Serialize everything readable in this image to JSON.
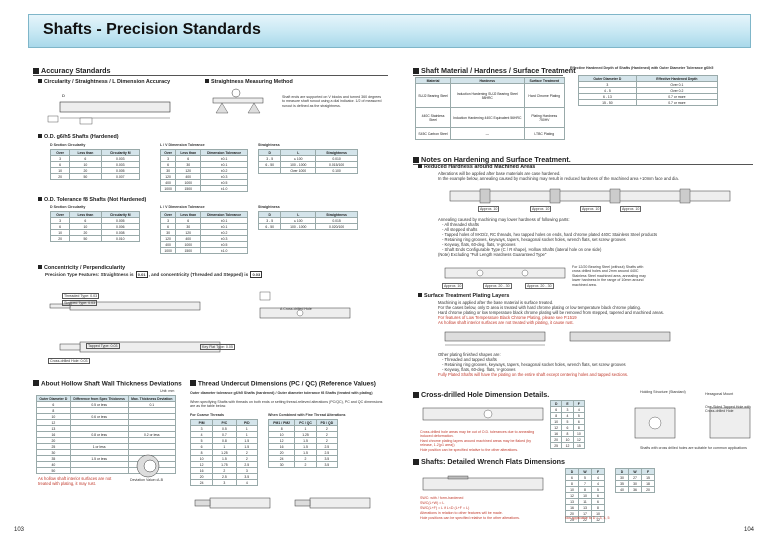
{
  "title": "Shafts - Precision Standards",
  "pages": {
    "left": "103",
    "right": "104"
  },
  "accuracy": {
    "heading": "Accuracy Standards",
    "circ_heading": "Circularity / Straightness / L Dimension Accuracy",
    "straight_heading": "Straightness Measuring Method",
    "straight_text": "Shaft ends are supported on V blocks and turned 360 degrees to measure shaft runout using a dial indicator. 1/2 of measured runout is defined as the straightness.",
    "g6h5_heading": "O.D. g6/h5 Shafts (Hardened)",
    "f8_heading": "O.D. Tolerance f8 Shafts (Not Hardened)",
    "d_circ": "D Section Circularity",
    "l_dim": "L / V Dimension Tolerance",
    "straightness": "Straightness",
    "circ_hdr": [
      "Over",
      "Less than",
      "Circularity M"
    ],
    "circ_rows": [
      [
        "3",
        "6",
        "0.003"
      ],
      [
        "6",
        "10",
        "0.003"
      ],
      [
        "10",
        "20",
        "0.005"
      ],
      [
        "20",
        "50",
        "0.007"
      ]
    ],
    "circ_rows_f8": [
      [
        "3",
        "6",
        "0.005"
      ],
      [
        "6",
        "10",
        "0.006"
      ],
      [
        "10",
        "20",
        "0.008"
      ],
      [
        "20",
        "50",
        "0.010"
      ]
    ],
    "ldim_hdr": [
      "Over",
      "Less than",
      "Dimension Tolerance"
    ],
    "ldim_rows": [
      [
        "3",
        "6",
        "±0.1"
      ],
      [
        "6",
        "30",
        "±0.1"
      ],
      [
        "30",
        "120",
        "±0.2"
      ],
      [
        "120",
        "400",
        "±0.3"
      ],
      [
        "400",
        "1000",
        "±0.5"
      ],
      [
        "1000",
        "1500",
        "±1.0"
      ]
    ],
    "str_hdr": [
      "D",
      "L",
      "Straightness"
    ],
    "str_rows": [
      [
        "3 - 5",
        "≤ 100",
        "0.010"
      ],
      [
        "6 - 50",
        "100 - 1000",
        "0.015/100"
      ],
      [
        "",
        "Over 1000",
        "0.100"
      ]
    ],
    "str_rows_f8": [
      [
        "3 - 5",
        "≤ 100",
        "0.015"
      ],
      [
        "6 - 50",
        "100 - 1000",
        "0.020/100"
      ]
    ]
  },
  "concentricity": {
    "heading": "Concentricity / Perpendicularity",
    "text": "Precision Type Features: Straightness is",
    "text2": ", and concentricity (Threaded and Stepped) is",
    "box1": "0.01",
    "box2": "0.03",
    "note": "A Cross-drilled Hole",
    "labels": [
      "Threaded Type: 0.03",
      "Stepped Type: 0.03",
      "Tapped Type: 0.03",
      "Cross-drilled Hole: 0.03",
      "Key Flat Type: 0.05"
    ]
  },
  "hollow": {
    "heading": "About Hollow Shaft Wall Thickness Deviations",
    "unit": "Unit: mm",
    "hdr": [
      "Outer Diameter D",
      "Difference from Spec Thickness",
      "Max. Thickness Deviation"
    ],
    "rows": [
      [
        "6",
        "0.5 or less",
        "0.1"
      ],
      [
        "8",
        "",
        ""
      ],
      [
        "10",
        "0.6 or less",
        ""
      ],
      [
        "12",
        "",
        ""
      ],
      [
        "13",
        "",
        ""
      ],
      [
        "16",
        "0.8 or less",
        "0.2 or less"
      ],
      [
        "20",
        "",
        ""
      ],
      [
        "25",
        "1 or less",
        ""
      ],
      [
        "30",
        "",
        ""
      ],
      [
        "35",
        "1.5 or less",
        ""
      ],
      [
        "40",
        "",
        ""
      ],
      [
        "50",
        "",
        ""
      ]
    ],
    "note": "As hollow shaft interior surfaces are not treated with plating, it may rust.",
    "dev": "Deviation Value=A-B"
  },
  "undercut": {
    "heading": "Thread Undercut Dimensions (PC / QC) (Reference Values)",
    "intro": "Outer diameter tolerance g6/h5 Shafts (hardened) / Outer diameter tolerance f8 Shafts (treated with plating)",
    "text": "When specifying Shafts with threads on both ends or setting thread-relieved alterations (PC/QC), PC and QC dimensions are as the table below.",
    "coarse": "For Coarse Threads",
    "fine": "When Combined with Fine Thread Alterations",
    "coarse_hdr": [
      "P/M",
      "P/C",
      "P/D"
    ],
    "coarse_rows": [
      [
        "3",
        "0.5",
        "1"
      ],
      [
        "4",
        "0.7",
        "1"
      ],
      [
        "5",
        "0.8",
        "1.5"
      ],
      [
        "6",
        "1",
        "1.5"
      ],
      [
        "8",
        "1.25",
        "2"
      ],
      [
        "10",
        "1.5",
        "2"
      ],
      [
        "12",
        "1.75",
        "2.5"
      ],
      [
        "16",
        "2",
        "3"
      ],
      [
        "20",
        "2.5",
        "3.5"
      ],
      [
        "24",
        "3",
        "4"
      ]
    ],
    "fine_hdr": [
      "PM1 / PM2",
      "PC / QC",
      "PD / QD"
    ],
    "fine_rows": [
      [
        "8",
        "1",
        "2"
      ],
      [
        "10",
        "1.25",
        "2"
      ],
      [
        "12",
        "1.5",
        "2"
      ],
      [
        "16",
        "1.5",
        "2.5"
      ],
      [
        "20",
        "1.5",
        "2.5"
      ],
      [
        "24",
        "2",
        "3.5"
      ],
      [
        "30",
        "2",
        "3.5"
      ]
    ]
  },
  "material": {
    "heading": "Shaft Material / Hardness / Surface Treatment",
    "cols": [
      "Material",
      "Hardness",
      "Surface Treatment"
    ],
    "rows": [
      [
        "SUJ2 Bearing Steel",
        "Induction Hardening SUJ2 Bearing Steel 58HRC",
        "Hard Chrome Plating"
      ],
      [
        "440C Stainless Steel",
        "Induction Hardening 440C Equivalent 56HRC",
        "Plating Hardness 750HV"
      ],
      [
        "S45C Carbon Steel",
        "—",
        "LTBC Plating"
      ]
    ],
    "side_heading": "Effective Hardened Depth of Shafts (Hardened) with Outer Diameter Tolerance g6/h5",
    "side_hdr": [
      "Outer Diameter D",
      "Effective Hardened Depth"
    ],
    "side_rows": [
      [
        "3",
        "Over 0.1"
      ],
      [
        "4 - 5",
        "Over 0.2"
      ],
      [
        "6 - 13",
        "0.7 or more"
      ],
      [
        "15 - 50",
        "0.7 or more"
      ]
    ]
  },
  "notes": {
    "heading": "Notes on Hardening and Surface Treatment.",
    "reduced": "Reduced Hardness around Machined Areas",
    "p1": "Alterations will be applied after base materials are case hardened.",
    "p2": "In the example below, annealing caused by machining may result in reduced hardness of the machined area +10mm face and dia.",
    "labels": [
      "Approx. 10",
      "Approx. 10",
      "Approx. 10",
      "Approx. 10"
    ],
    "list_intro": "Annealing caused by machining may lower hardness of following parts:",
    "list": [
      "- All threaded shafts",
      "- All stepped shafts",
      "- Tapped holes of M<D/2, RC threads, hex tapped holes on ends, hard chrome plated 440C Stainless Steel products",
      "- Retaining ring grooves, keyways, tapers, hexagonal socket holes, wrench flats, set screw grooves",
      "- Keyway, flats, 60-deg. flats, V-grooves",
      "- Shaft Ends Configurable Type (C / R shape), Hollow Shafts (lateral hole on one side)",
      "(Note) Excluding \"Full Length Hardness Guaranteed Type\""
    ],
    "right_note": "For 12/20 Bearing Steel (without) Shafts with cross drilled holes and 2mm around 440C Stainless Steel machined area, annealing may lower hardness in the range of 10mm around machined area.",
    "bottom_labels": [
      "Approx. 10",
      "Approx. 20 - 30",
      "Approx. 20 - 30"
    ]
  },
  "plating": {
    "heading": "Surface Treatment Plating Layers",
    "p1": "Machining is applied after the base material is surface treated.",
    "p2": "For the cases below, only D area is treated with hard chrome plating or low temperature black chrome plating.",
    "p3": "Hard chrome plating or low temperature black chrome plating will be removed from stepped, tapered and machined areas.",
    "n1": "For features of Low Temperature Black Chrome Plating, please see P.1519",
    "n2": "As hollow shaft interior surfaces are not treated with plating, it cause rust.",
    "list_intro": "Other plating finished shapes are:",
    "list": [
      "- Threaded and tapped shafts",
      "- Retaining ring grooves, keyways, tapers, hexagonal socket holes, wrench flats, set screw grooves",
      "- Keyway, flats, 60-deg. flats, V-grooves"
    ],
    "n3": "Fully Plated Shafts will have the plating on the entire shaft except centering holes and tapped sections."
  },
  "cross": {
    "heading": "Cross-drilled Hole Dimension Details.",
    "cap1": "Holding Structure (Standard)",
    "cap2": "Hexagonal Mount",
    "cap3": "One-Sided Tapped Hole with Cross-drilled Hole",
    "cap4": "Shafts with cross drilled holes are suitable for common applications",
    "hdr": [
      "D",
      "E",
      "F"
    ],
    "rows": [
      [
        "6",
        "3",
        "4"
      ],
      [
        "8",
        "4",
        "5"
      ],
      [
        "10",
        "5",
        "6"
      ],
      [
        "12",
        "6",
        "8"
      ],
      [
        "16",
        "8",
        "10"
      ],
      [
        "20",
        "10",
        "12"
      ],
      [
        "25",
        "12",
        "15"
      ]
    ],
    "notes": [
      "Cross-drilled hole areas may be out of O.D. tolerances due to annealing induced deformation.",
      "Hard chrome plating layers around machined areas may be flaked (by release, 1.2(p1 area))",
      "Hole position can be specified relative to the other alterations."
    ]
  },
  "wrench": {
    "heading": "Shafts: Detailed Wrench Flats Dimensions",
    "hdr": [
      "D",
      "W",
      "F"
    ],
    "rows": [
      [
        "6",
        "5",
        "4"
      ],
      [
        "8",
        "7",
        "4"
      ],
      [
        "10",
        "8",
        "5"
      ],
      [
        "12",
        "10",
        "6"
      ],
      [
        "13",
        "11",
        "6"
      ],
      [
        "16",
        "13",
        "8"
      ],
      [
        "20",
        "17",
        "10"
      ],
      [
        "25",
        "22",
        "12"
      ]
    ],
    "rows2": [
      [
        "30",
        "27",
        "15"
      ],
      [
        "35",
        "30",
        "18"
      ],
      [
        "40",
        "36",
        "20"
      ]
    ],
    "notes": [
      "SWC: with / form-hardened",
      "SWC(L+W) = L",
      "SWC(L+F) = L if L<D (L+F = L)",
      "Alterations in relation to other features will be made.",
      "Hole positions can be specified relative to the other alterations."
    ],
    "bottom": "Not applicable to D = 3, 4, 5"
  },
  "colors": {
    "banner": "#c3e6f2",
    "accent_red": "#c0392b",
    "table_head": "#d4e4ea"
  }
}
